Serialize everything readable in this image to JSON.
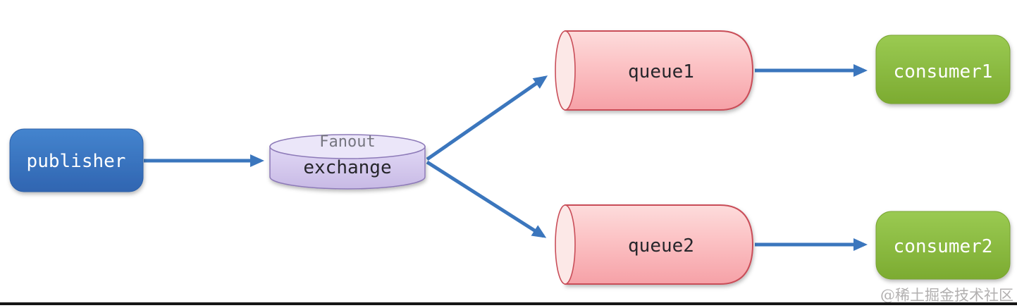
{
  "diagram": {
    "kind": "fanout-exchange-flow",
    "nodes": {
      "publisher": {
        "label": "publisher",
        "shape": "rounded-rect",
        "fill": "#3a79c6",
        "text_color": "#ffffff"
      },
      "exchange": {
        "label": "exchange",
        "type_label": "Fanout",
        "shape": "cylinder-vertical",
        "fill": "#d6caee",
        "border": "#8d7ab8",
        "text_color": "#26262b",
        "type_label_color": "#75757f"
      },
      "queue1": {
        "label": "queue1",
        "shape": "cylinder-horizontal",
        "fill": "#fbc2c4",
        "border": "#c94e59",
        "text_color": "#26262b"
      },
      "queue2": {
        "label": "queue2",
        "shape": "cylinder-horizontal",
        "fill": "#fbc2c4",
        "border": "#c94e59",
        "text_color": "#26262b"
      },
      "consumer1": {
        "label": "consumer1",
        "shape": "rounded-rect",
        "fill": "#8ebf44",
        "text_color": "#ffffff"
      },
      "consumer2": {
        "label": "consumer2",
        "shape": "rounded-rect",
        "fill": "#8ebf44",
        "text_color": "#ffffff"
      }
    },
    "edges": [
      {
        "from": "publisher",
        "to": "exchange"
      },
      {
        "from": "exchange",
        "to": "queue1"
      },
      {
        "from": "exchange",
        "to": "queue2"
      },
      {
        "from": "queue1",
        "to": "consumer1"
      },
      {
        "from": "queue2",
        "to": "consumer2"
      }
    ],
    "arrow_color": "#3b76bd"
  },
  "watermark": {
    "text": "@稀土掘金技术社区",
    "color": "#b2b0b0"
  },
  "frame": {
    "bottom_border_color": "#161616"
  }
}
